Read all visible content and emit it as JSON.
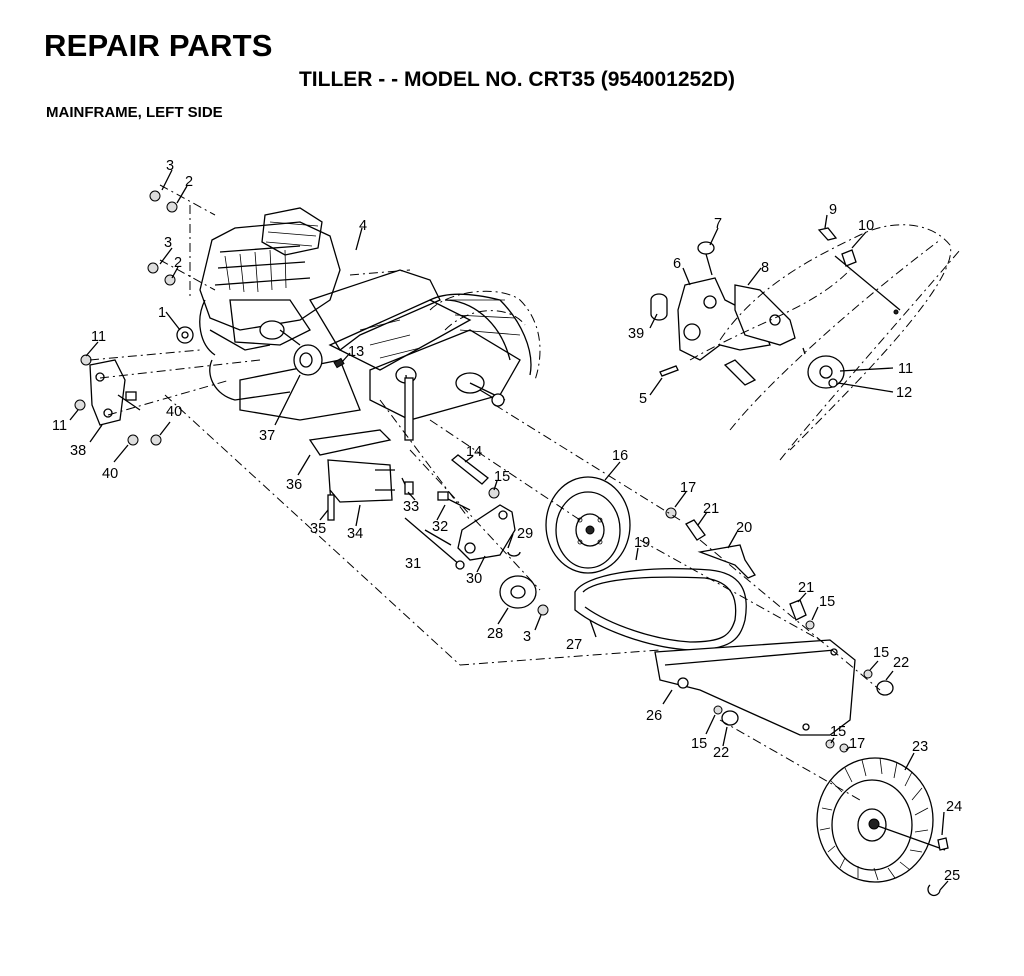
{
  "header": {
    "title": "REPAIR PARTS",
    "subtitle": "TILLER - - MODEL NO. CRT35 (954001252D)",
    "section": "MAINFRAME, LEFT SIDE"
  },
  "callouts": [
    "1",
    "2",
    "2",
    "3",
    "3",
    "3",
    "4",
    "5",
    "6",
    "7",
    "8",
    "9",
    "10",
    "11",
    "11",
    "11",
    "12",
    "13",
    "14",
    "15",
    "15",
    "15",
    "15",
    "15",
    "16",
    "17",
    "17",
    "19",
    "20",
    "21",
    "21",
    "22",
    "22",
    "23",
    "24",
    "25",
    "26",
    "27",
    "28",
    "29",
    "30",
    "31",
    "32",
    "33",
    "34",
    "35",
    "36",
    "37",
    "38",
    "39",
    "40",
    "40"
  ]
}
